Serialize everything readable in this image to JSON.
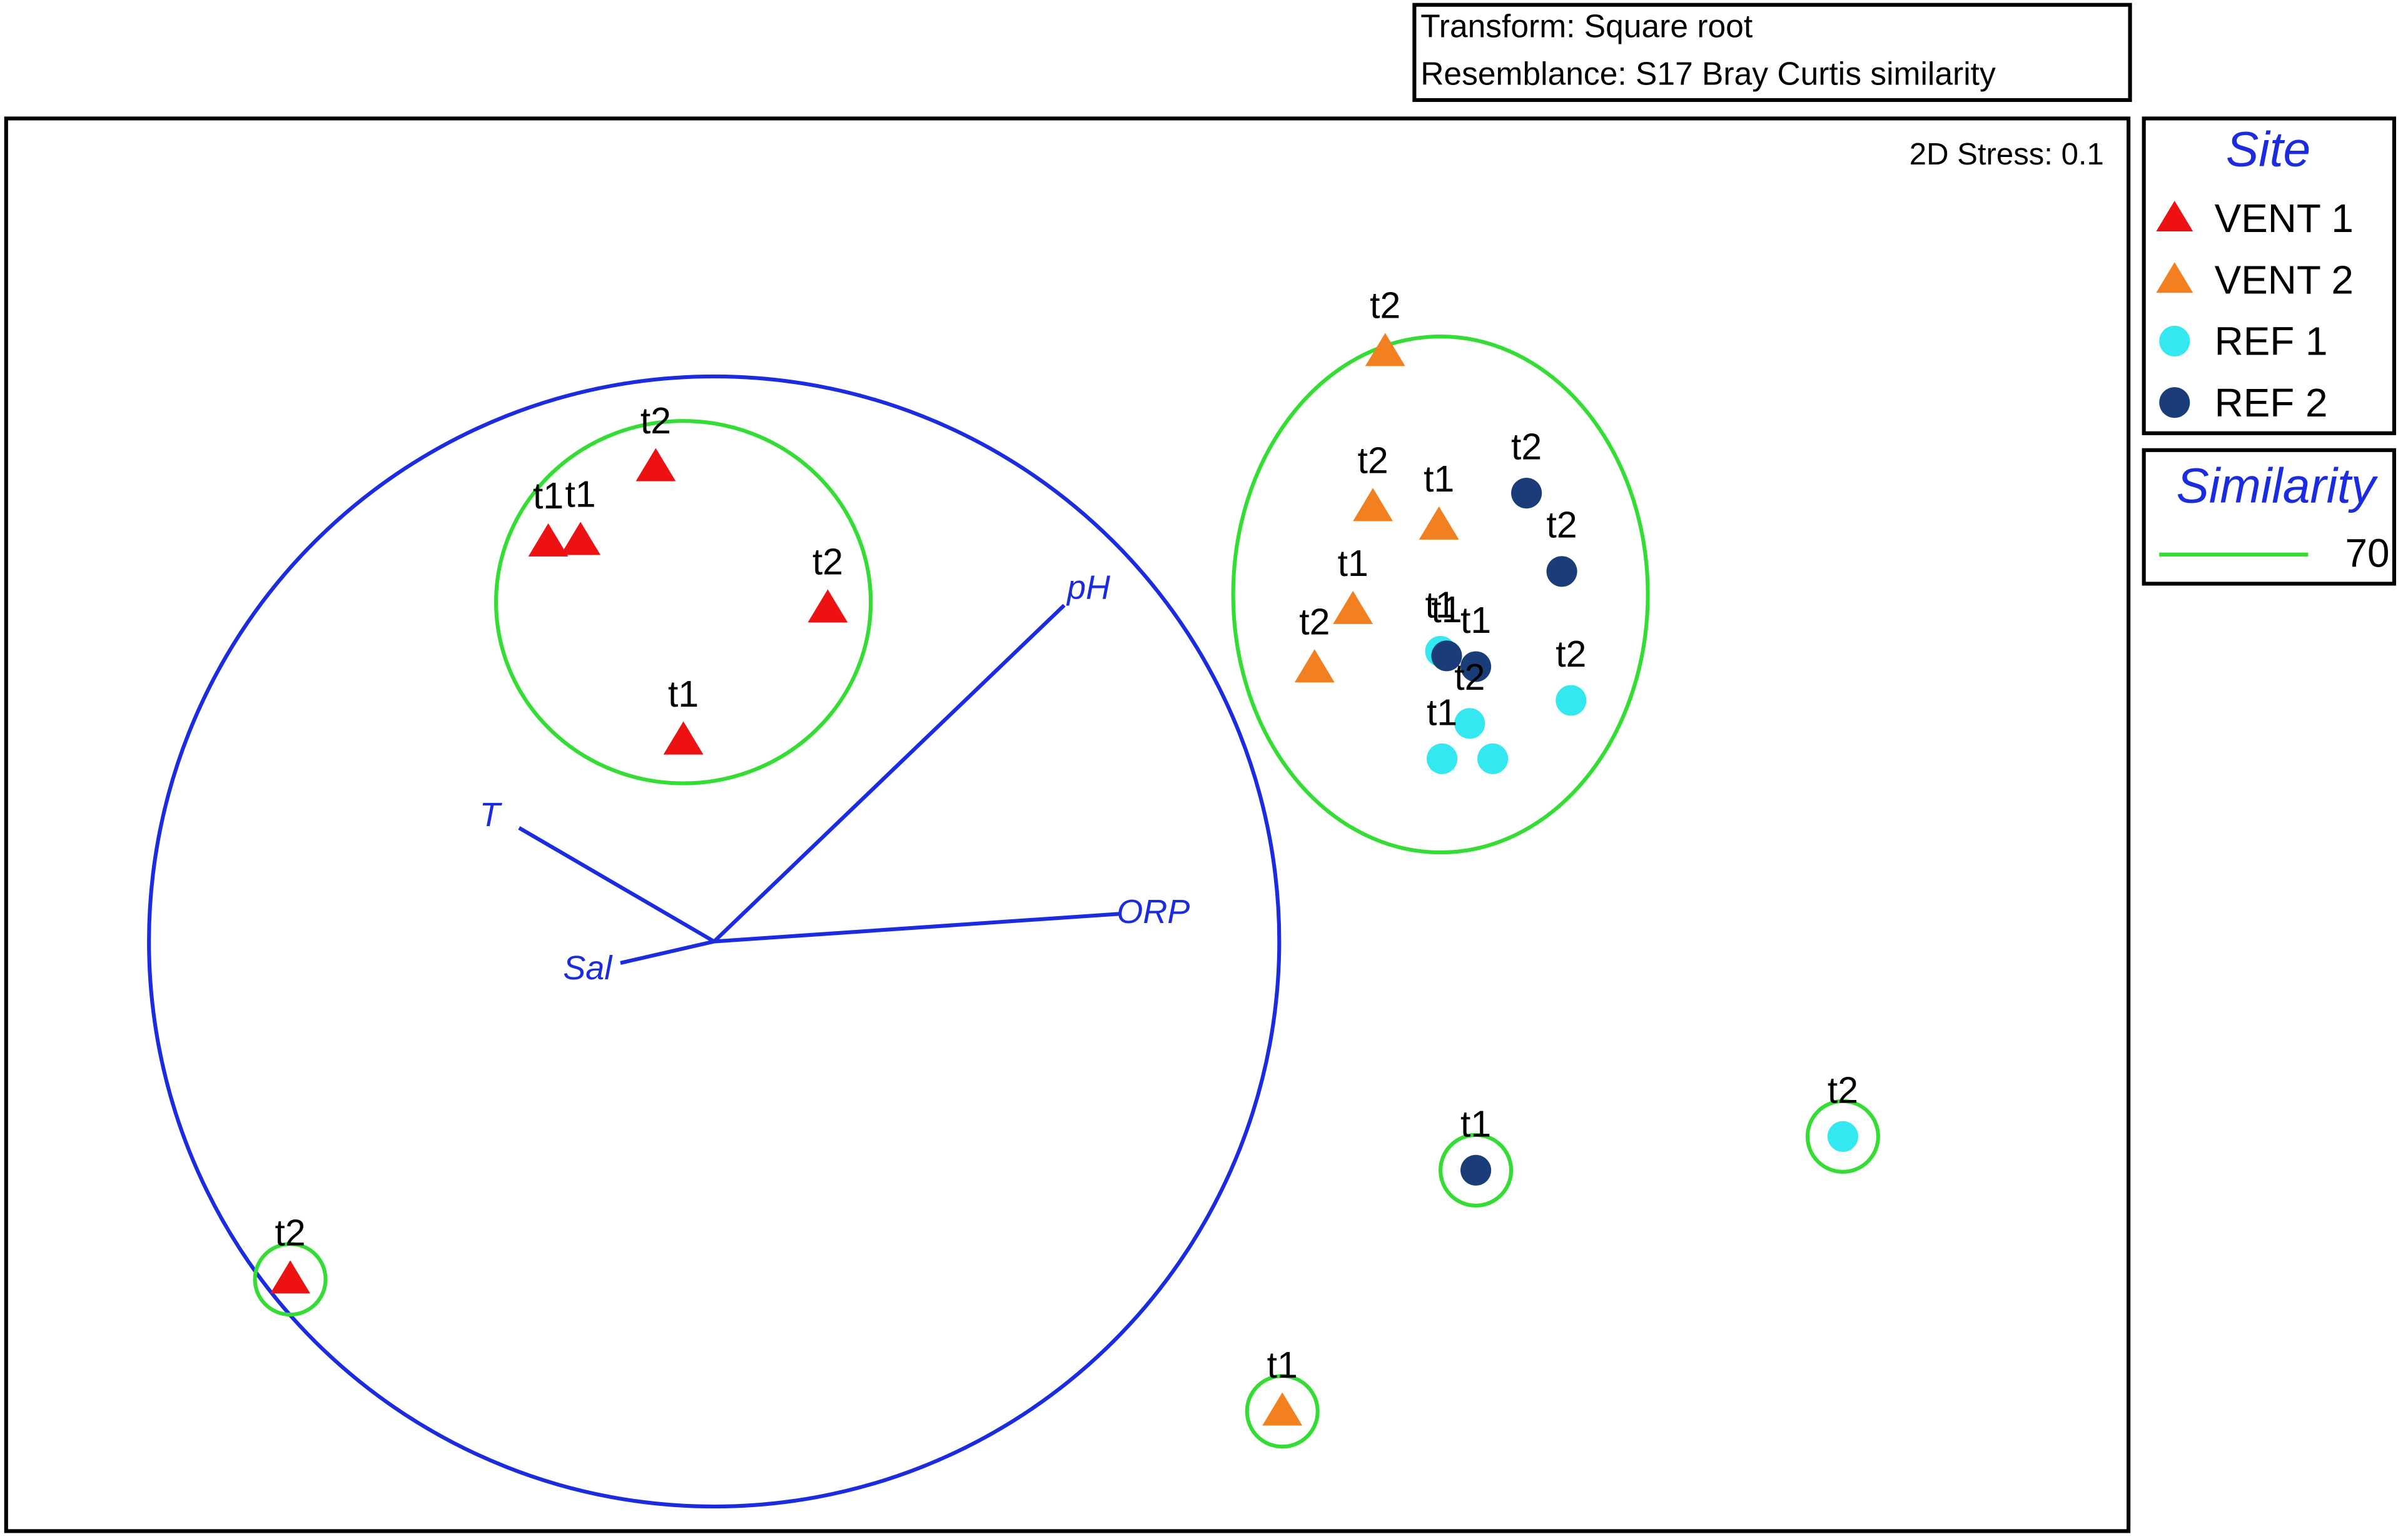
{
  "chart_data": {
    "type": "scatter",
    "title": "",
    "xlabel": "",
    "ylabel": "",
    "info_box": {
      "transform": "Transform: Square root",
      "resemblance": "Resemblance: S17 Bray Curtis similarity"
    },
    "stress_label": "2D Stress: 0.1",
    "xlim": [
      0,
      1382
    ],
    "ylim": [
      0,
      920
    ],
    "grid": false,
    "legend_position": "right",
    "legend": {
      "site_title": "Site",
      "similarity_title": "Similarity",
      "similarity_items": [
        {
          "label": "70",
          "color": "#33dd33"
        }
      ]
    },
    "series": [
      {
        "name": "VENT 1",
        "marker": "triangle",
        "color": "#ee1111",
        "points": [
          {
            "x": 423,
            "y": 693,
            "label": "t2"
          },
          {
            "x": 353,
            "y": 644,
            "label": "t1"
          },
          {
            "x": 374,
            "y": 645,
            "label": "t1"
          },
          {
            "x": 535,
            "y": 601,
            "label": "t2"
          },
          {
            "x": 441,
            "y": 515,
            "label": "t1"
          },
          {
            "x": 185,
            "y": 164,
            "label": "t2"
          }
        ]
      },
      {
        "name": "VENT 2",
        "marker": "triangle",
        "color": "#f28020",
        "points": [
          {
            "x": 898,
            "y": 768,
            "label": "t2"
          },
          {
            "x": 890,
            "y": 667,
            "label": "t2"
          },
          {
            "x": 933,
            "y": 655,
            "label": "t1"
          },
          {
            "x": 877,
            "y": 600,
            "label": "t1"
          },
          {
            "x": 852,
            "y": 562,
            "label": "t2"
          },
          {
            "x": 831,
            "y": 78,
            "label": "t1"
          }
        ]
      },
      {
        "name": "REF 1",
        "marker": "circle",
        "color": "#33e8f0",
        "points": [
          {
            "x": 934,
            "y": 573,
            "label": "t1"
          },
          {
            "x": 1019,
            "y": 541,
            "label": "t2"
          },
          {
            "x": 953,
            "y": 526,
            "label": "t2"
          },
          {
            "x": 935,
            "y": 503,
            "label": "t1"
          },
          {
            "x": 968,
            "y": 503,
            "label": ""
          },
          {
            "x": 1196,
            "y": 257,
            "label": "t2"
          }
        ]
      },
      {
        "name": "REF 2",
        "marker": "circle",
        "color": "#1a3d7a",
        "points": [
          {
            "x": 990,
            "y": 676,
            "label": "t2"
          },
          {
            "x": 1013,
            "y": 625,
            "label": "t2"
          },
          {
            "x": 938,
            "y": 570,
            "label": "t1"
          },
          {
            "x": 957,
            "y": 563,
            "label": "t1"
          },
          {
            "x": 957,
            "y": 235,
            "label": "t1"
          }
        ]
      }
    ],
    "similarity_contours_70": [
      {
        "type": "ellipse",
        "cx": 441,
        "cy": 605,
        "rx": 122,
        "ry": 118
      },
      {
        "type": "ellipse",
        "cx": 934,
        "cy": 610,
        "rx": 135,
        "ry": 168
      },
      {
        "type": "ellipse",
        "cx": 185,
        "cy": 164,
        "rx": 23,
        "ry": 23
      },
      {
        "type": "ellipse",
        "cx": 831,
        "cy": 78,
        "rx": 23,
        "ry": 23
      },
      {
        "type": "ellipse",
        "cx": 957,
        "cy": 235,
        "rx": 23,
        "ry": 23
      },
      {
        "type": "ellipse",
        "cx": 1196,
        "cy": 257,
        "rx": 23,
        "ry": 23
      }
    ],
    "vectors": {
      "color": "#1a2be0",
      "origin": {
        "x": 461,
        "y": 384
      },
      "reference_circle_radius": 368,
      "items": [
        {
          "name": "pH",
          "x": 689,
          "y": 603
        },
        {
          "name": "T",
          "x": 334,
          "y": 458
        },
        {
          "name": "ORP",
          "x": 725,
          "y": 402
        },
        {
          "name": "Sal",
          "x": 400,
          "y": 370
        }
      ]
    }
  }
}
